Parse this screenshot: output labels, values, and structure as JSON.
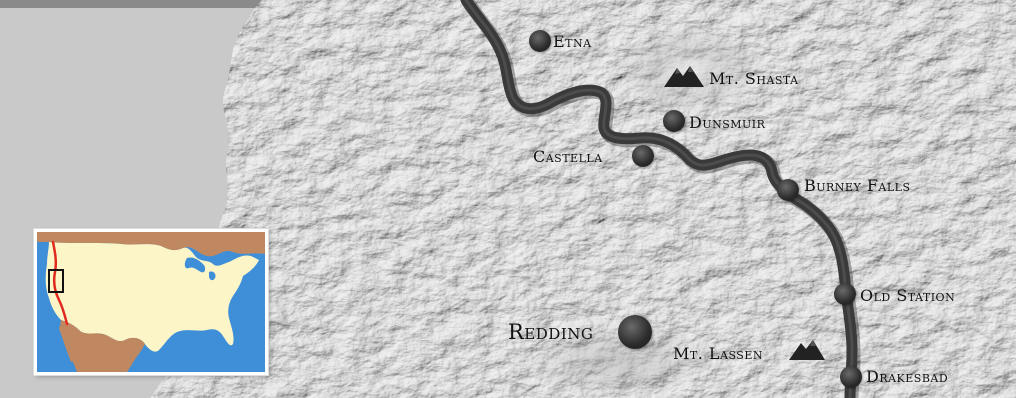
{
  "map": {
    "colors": {
      "ocean": "#c8c8c8",
      "terrain": "#9a9a9a",
      "route": "#3a3a3a",
      "marker": "#2b2b2b"
    },
    "places": [
      {
        "name": "Etna",
        "type": "town"
      },
      {
        "name": "Mt. Shasta",
        "type": "peak"
      },
      {
        "name": "Dunsmuir",
        "type": "town"
      },
      {
        "name": "Castella",
        "type": "town"
      },
      {
        "name": "Burney Falls",
        "type": "town"
      },
      {
        "name": "Old Station",
        "type": "town"
      },
      {
        "name": "Redding",
        "type": "city"
      },
      {
        "name": "Mt. Lassen",
        "type": "peak"
      },
      {
        "name": "Drakesbad",
        "type": "town"
      }
    ],
    "inset": {
      "colors": {
        "water": "#3f8fd8",
        "usa": "#fcf5c8",
        "neighbors": "#c08860",
        "route": "#e02a1e",
        "focus_box": "#111111"
      }
    }
  }
}
